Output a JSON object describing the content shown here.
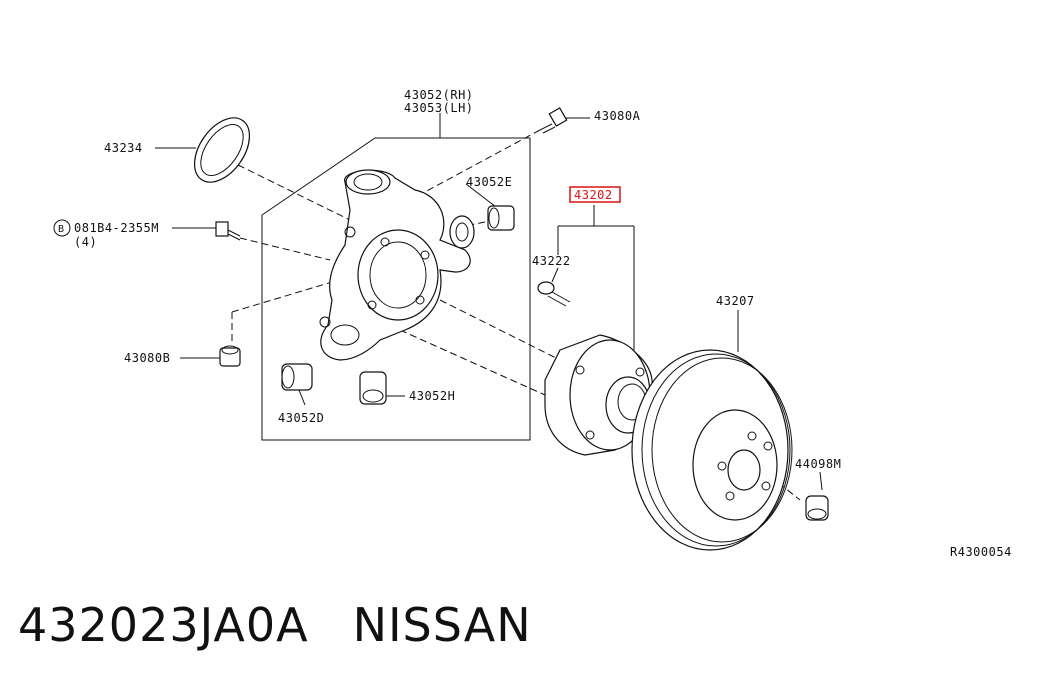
{
  "diagram": {
    "labels": {
      "knuckle_rh": "43052(RH)",
      "knuckle_lh": "43053(LH)",
      "bolt_top": "43080A",
      "seal": "43234",
      "bushing_e": "43052E",
      "hub_assembly": "43202",
      "bolt_ref_symbol": "B",
      "bolt_ref": "081B4-2355M",
      "bolt_ref_qty": "(4)",
      "hub_bolt": "43222",
      "disc": "43207",
      "nut": "43080B",
      "bushing_h": "43052H",
      "bushing_d": "43052D",
      "plug": "44098M",
      "drawing_code": "R4300054"
    },
    "highlight_color": "#dd1111"
  },
  "footer": {
    "part_number": "432023JA0A",
    "brand": "NISSAN"
  }
}
